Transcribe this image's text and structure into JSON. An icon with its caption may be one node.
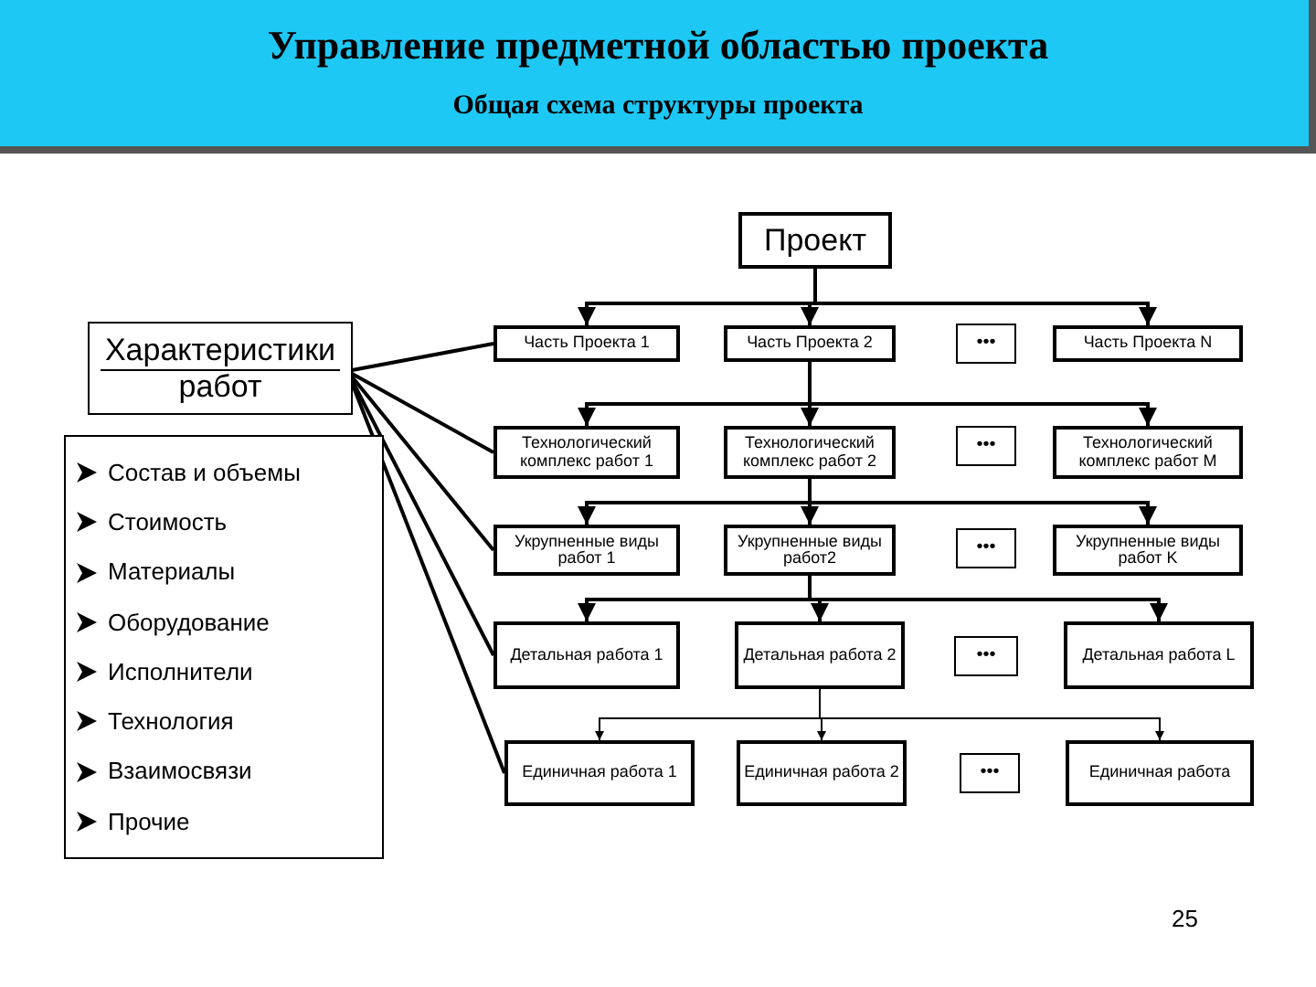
{
  "diagram": {
    "title": "Управление предметной областью проекта",
    "nodes": [
      {
        "text": [
          "Проект"
        ]
      },
      {
        "text": [
          "Часть Проекта 1"
        ]
      },
      {
        "text": [
          "Часть Проекта 2"
        ]
      },
      {
        "text": [
          "•••"
        ]
      },
      {
        "text": [
          "Часть Проекта N"
        ]
      },
      {
        "text": [
          "Технологический комплекс работ 1"
        ]
      },
      {
        "text": [
          "Технологический комплекс работ 2"
        ]
      },
      {
        "text": [
          "•••"
        ]
      },
      {
        "text": [
          "Технологический комплекс работ M"
        ]
      },
      {
        "text": [
          "Укрупненные виды работ 1"
        ]
      },
      {
        "text": [
          "Укрупненные виды работ2"
        ]
      },
      {
        "text": [
          "•••"
        ]
      },
      {
        "text": [
          "Укрупненные виды работ K"
        ]
      },
      {
        "text": [
          "Детальная работа 1"
        ]
      },
      {
        "text": [
          "Детальная работа 2"
        ]
      },
      {
        "text": [
          "•••"
        ]
      },
      {
        "text": [
          "Детальная работа L"
        ]
      },
      {
        "text": [
          "Единичная работа 1"
        ]
      },
      {
        "text": [
          "Единичная работа 2"
        ]
      },
      {
        "text": [
          "•••"
        ]
      },
      {
        "text": [
          "Единичная работа"
        ]
      },
      {
        "text": [
          "Характеристики",
          "работ"
        ]
      },
      {
        "text": [
          "Состав и объемы",
          "Стоимость",
          "Материалы",
          "Оборудование",
          "Исполнители",
          "Технология",
          "Взаимосвязи",
          "Прочие"
        ]
      }
    ],
    "edges": [
      {
        "from": 0,
        "to": 1,
        "arrow": "to"
      },
      {
        "from": 0,
        "to": 2,
        "arrow": "to"
      },
      {
        "from": 0,
        "to": 4,
        "arrow": "to"
      },
      {
        "from": 2,
        "to": 5,
        "arrow": "to"
      },
      {
        "from": 2,
        "to": 6,
        "arrow": "to"
      },
      {
        "from": 2,
        "to": 8,
        "arrow": "to"
      },
      {
        "from": 6,
        "to": 9,
        "arrow": "to"
      },
      {
        "from": 6,
        "to": 10,
        "arrow": "to"
      },
      {
        "from": 6,
        "to": 12,
        "arrow": "to"
      },
      {
        "from": 10,
        "to": 13,
        "arrow": "to"
      },
      {
        "from": 10,
        "to": 14,
        "arrow": "to"
      },
      {
        "from": 10,
        "to": 16,
        "arrow": "to"
      },
      {
        "from": 14,
        "to": 17,
        "arrow": "to"
      },
      {
        "from": 14,
        "to": 18,
        "arrow": "to"
      },
      {
        "from": 14,
        "to": 20,
        "arrow": "to"
      },
      {
        "from": 21,
        "to": 1,
        "arrow": "none"
      },
      {
        "from": 21,
        "to": 5,
        "arrow": "none"
      },
      {
        "from": 21,
        "to": 9,
        "arrow": "none"
      },
      {
        "from": 21,
        "to": 13,
        "arrow": "none"
      },
      {
        "from": 21,
        "to": 17,
        "arrow": "none"
      }
    ],
    "labels": [
      "Общая схема структуры проекта",
      "25"
    ]
  }
}
